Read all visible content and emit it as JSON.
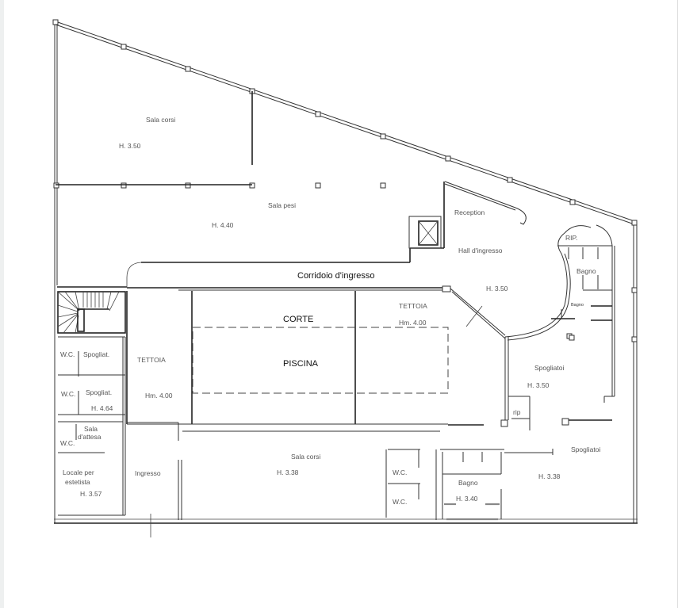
{
  "plan": {
    "type": "architectural-floor-plan",
    "rooms": [
      {
        "id": "sala_corsi_top",
        "name": "Sala corsi",
        "height": "H. 3.50"
      },
      {
        "id": "sala_pesi",
        "name": "Sala pesi",
        "height": "H. 4.40"
      },
      {
        "id": "corridoio",
        "name": "Corridoio d'ingresso"
      },
      {
        "id": "reception",
        "name": "Reception"
      },
      {
        "id": "hall",
        "name": "Hall d'ingresso",
        "height": "H. 3.50"
      },
      {
        "id": "rip_top",
        "name": "RIP."
      },
      {
        "id": "bagno_right",
        "name": "Bagno"
      },
      {
        "id": "bagno_small",
        "name": "Bagno"
      },
      {
        "id": "tettoia_right",
        "name": "TETTOIA",
        "height": "Hm. 4.00"
      },
      {
        "id": "corte",
        "name": "CORTE"
      },
      {
        "id": "piscina",
        "name": "PISCINA"
      },
      {
        "id": "tettoia_left",
        "name": "TETTOIA",
        "height": "Hm. 4.00"
      },
      {
        "id": "wc1",
        "name": "W.C."
      },
      {
        "id": "spogliat1",
        "name": "Spogliat."
      },
      {
        "id": "wc2",
        "name": "W.C."
      },
      {
        "id": "spogliat2",
        "name": "Spogliat.",
        "height": "H. 4.64"
      },
      {
        "id": "sala_attesa",
        "name_line1": "Sala",
        "name_line2": "d'attesa"
      },
      {
        "id": "wc3",
        "name": "W.C."
      },
      {
        "id": "locale_estetista",
        "name_line1": "Locale per",
        "name_line2": "estetista",
        "height": "H. 3.57"
      },
      {
        "id": "ingresso",
        "name": "Ingresso"
      },
      {
        "id": "sala_corsi_bottom",
        "name": "Sala corsi",
        "height": "H. 3.38"
      },
      {
        "id": "wc4",
        "name": "W.C."
      },
      {
        "id": "wc5",
        "name": "W.C."
      },
      {
        "id": "bagno_bottom",
        "name": "Bagno",
        "height": "H. 3.40"
      },
      {
        "id": "spogliatoi_right",
        "name": "Spogliatoi",
        "height": "H. 3.50"
      },
      {
        "id": "rip_small",
        "name": "rip"
      },
      {
        "id": "spogliatoi_bottom",
        "name": "Spogliatoi",
        "height": "H. 3.38"
      }
    ]
  },
  "labels": {
    "sala_corsi_top": "Sala corsi",
    "sala_corsi_top_h": "H. 3.50",
    "sala_pesi": "Sala pesi",
    "sala_pesi_h": "H. 4.40",
    "corridoio": "Corridoio d'ingresso",
    "reception": "Reception",
    "hall": "Hall d'ingresso",
    "hall_h": "H. 3.50",
    "rip_top": "RIP.",
    "bagno_right": "Bagno",
    "bagno_small": "Bagno",
    "tettoia_right": "TETTOIA",
    "tettoia_right_h": "Hm. 4.00",
    "corte": "CORTE",
    "piscina": "PISCINA",
    "tettoia_left": "TETTOIA",
    "tettoia_left_h": "Hm. 4.00",
    "wc1": "W.C.",
    "spogliat1": "Spogliat.",
    "wc2": "W.C.",
    "spogliat2": "Spogliat.",
    "spogliat2_h": "H. 4.64",
    "sala_attesa_1": "Sala",
    "sala_attesa_2": "d'attesa",
    "wc3": "W.C.",
    "estetista_1": "Locale per",
    "estetista_2": "estetista",
    "estetista_h": "H. 3.57",
    "ingresso": "Ingresso",
    "sala_corsi_bottom": "Sala corsi",
    "sala_corsi_bottom_h": "H. 3.38",
    "wc4": "W.C.",
    "wc5": "W.C.",
    "bagno_bottom": "Bagno",
    "bagno_bottom_h": "H. 3.40",
    "spogliatoi_right": "Spogliatoi",
    "spogliatoi_right_h": "H. 3.50",
    "rip_small": "rip",
    "spogliatoi_bottom": "Spogliatoi",
    "spogliatoi_bottom_h": "H. 3.38"
  }
}
